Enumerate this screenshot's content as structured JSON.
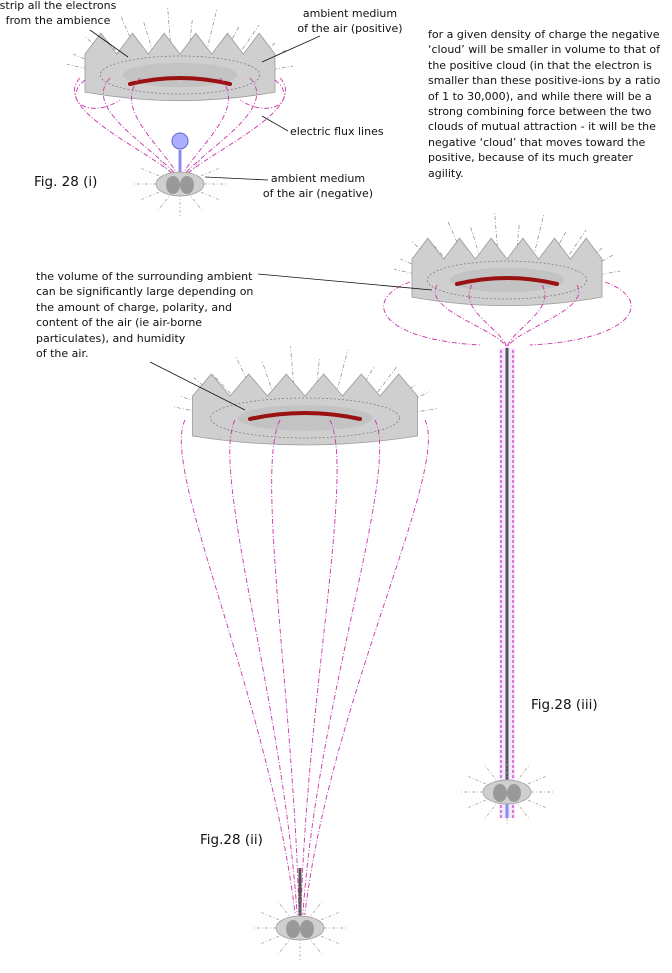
{
  "labels": {
    "strip_electrons": [
      "strip all the electrons",
      "from the ambience"
    ],
    "ambient_positive": [
      "ambient medium",
      "of the air (positive)"
    ],
    "flux_lines": "electric flux lines",
    "ambient_negative": [
      "ambient medium",
      "of the air (negative)"
    ]
  },
  "figures": {
    "fig_i": "Fig. 28 (i)",
    "fig_ii": "Fig.28 (ii)",
    "fig_iii": "Fig.28 (iii)"
  },
  "paragraphs": {
    "cloud_note": [
      "for a given density of charge the negative",
      "‘cloud’ will be smaller in volume to that of",
      "the positive cloud (in that the electron is",
      "smaller than these positive-ions by a ratio",
      "of 1 to 30,000), and while there will be a",
      "strong combining force between the two",
      "clouds of mutual attraction - it will be the",
      "negative ‘cloud’ that moves toward the",
      "positive, because of its much greater",
      "agility."
    ],
    "volume_note": [
      "the volume of the surrounding ambient",
      "can be significantly large depending on",
      "the amount of charge, polarity, and",
      "content of the air (ie air-borne",
      "particulates), and humidity",
      "of the air."
    ]
  },
  "colors": {
    "flux_line": "#cc33aa",
    "charge_bar": "#991111",
    "cloud_fill": "#cfcfcf",
    "bulb": "#aab0ff"
  }
}
